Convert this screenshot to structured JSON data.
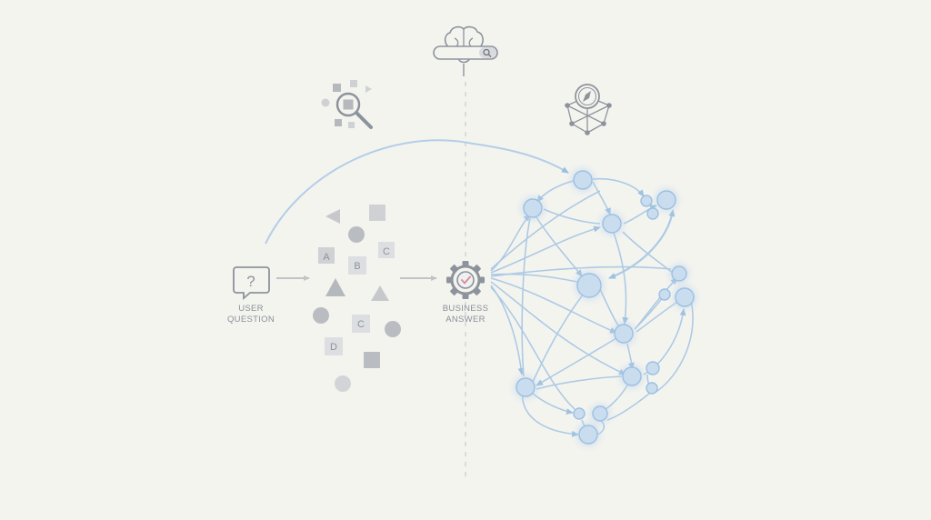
{
  "labels": {
    "user_question_line1": "USER",
    "user_question_line2": "QUESTION",
    "business_answer_line1": "BUSINESS",
    "business_answer_line2": "ANSWER"
  },
  "icons": {
    "question": "speech-bubble-question-icon",
    "search": "magnifier-shapes-icon",
    "brain": "brain-search-bar-icon",
    "compass": "compass-network-icon",
    "gear": "gear-check-icon"
  },
  "scatter_letters": [
    "A",
    "B",
    "C",
    "C",
    "D"
  ],
  "colors": {
    "background": "#f4f4ef",
    "gray": "#b6b9bf",
    "icon_gray": "#8d939c",
    "blue": "#8cb6dc",
    "node_fill": "#c9ddef",
    "node_stroke": "#9cc0e2"
  }
}
